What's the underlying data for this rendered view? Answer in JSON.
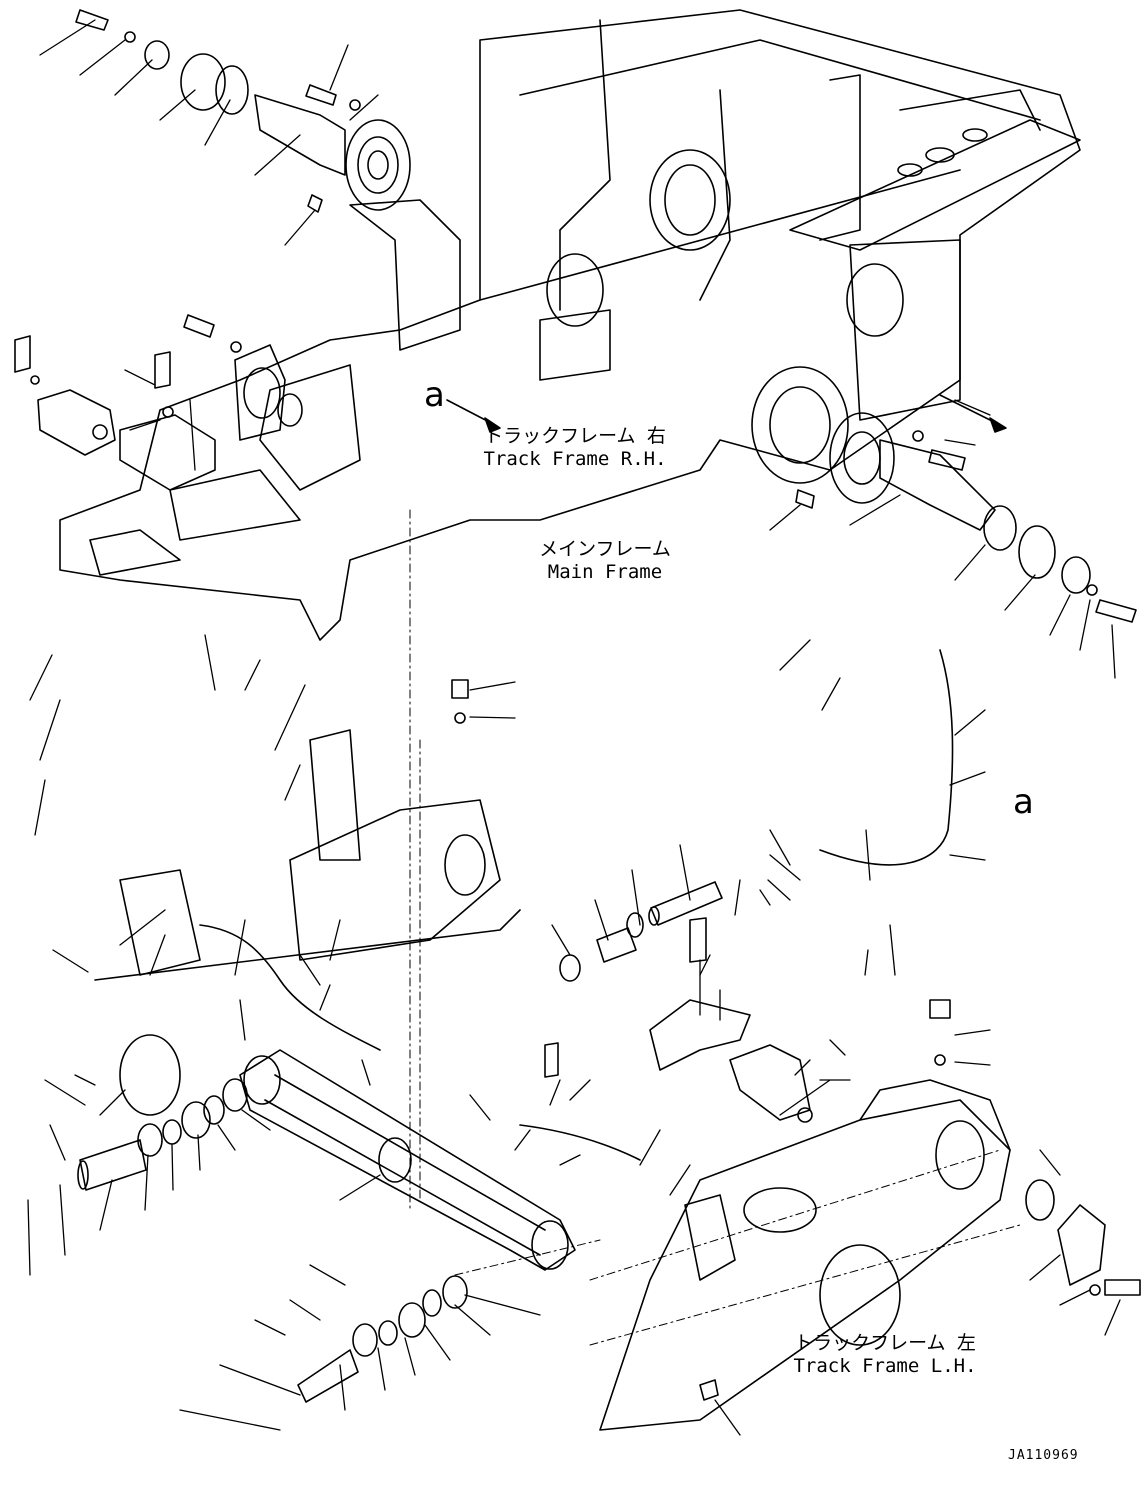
{
  "labels": {
    "main_frame_jp": "メインフレーム",
    "main_frame_en": "Main Frame",
    "track_rh_jp": "トラックフレーム 右",
    "track_rh_en": "Track Frame R.H.",
    "track_lh_jp": "トラックフレーム 左",
    "track_lh_en": "Track Frame L.H.",
    "view_ref_upper": "a",
    "view_ref_right": "a",
    "drawing_code": "JA110969"
  },
  "colors": {
    "ink": "#000000",
    "paper": "#ffffff"
  }
}
